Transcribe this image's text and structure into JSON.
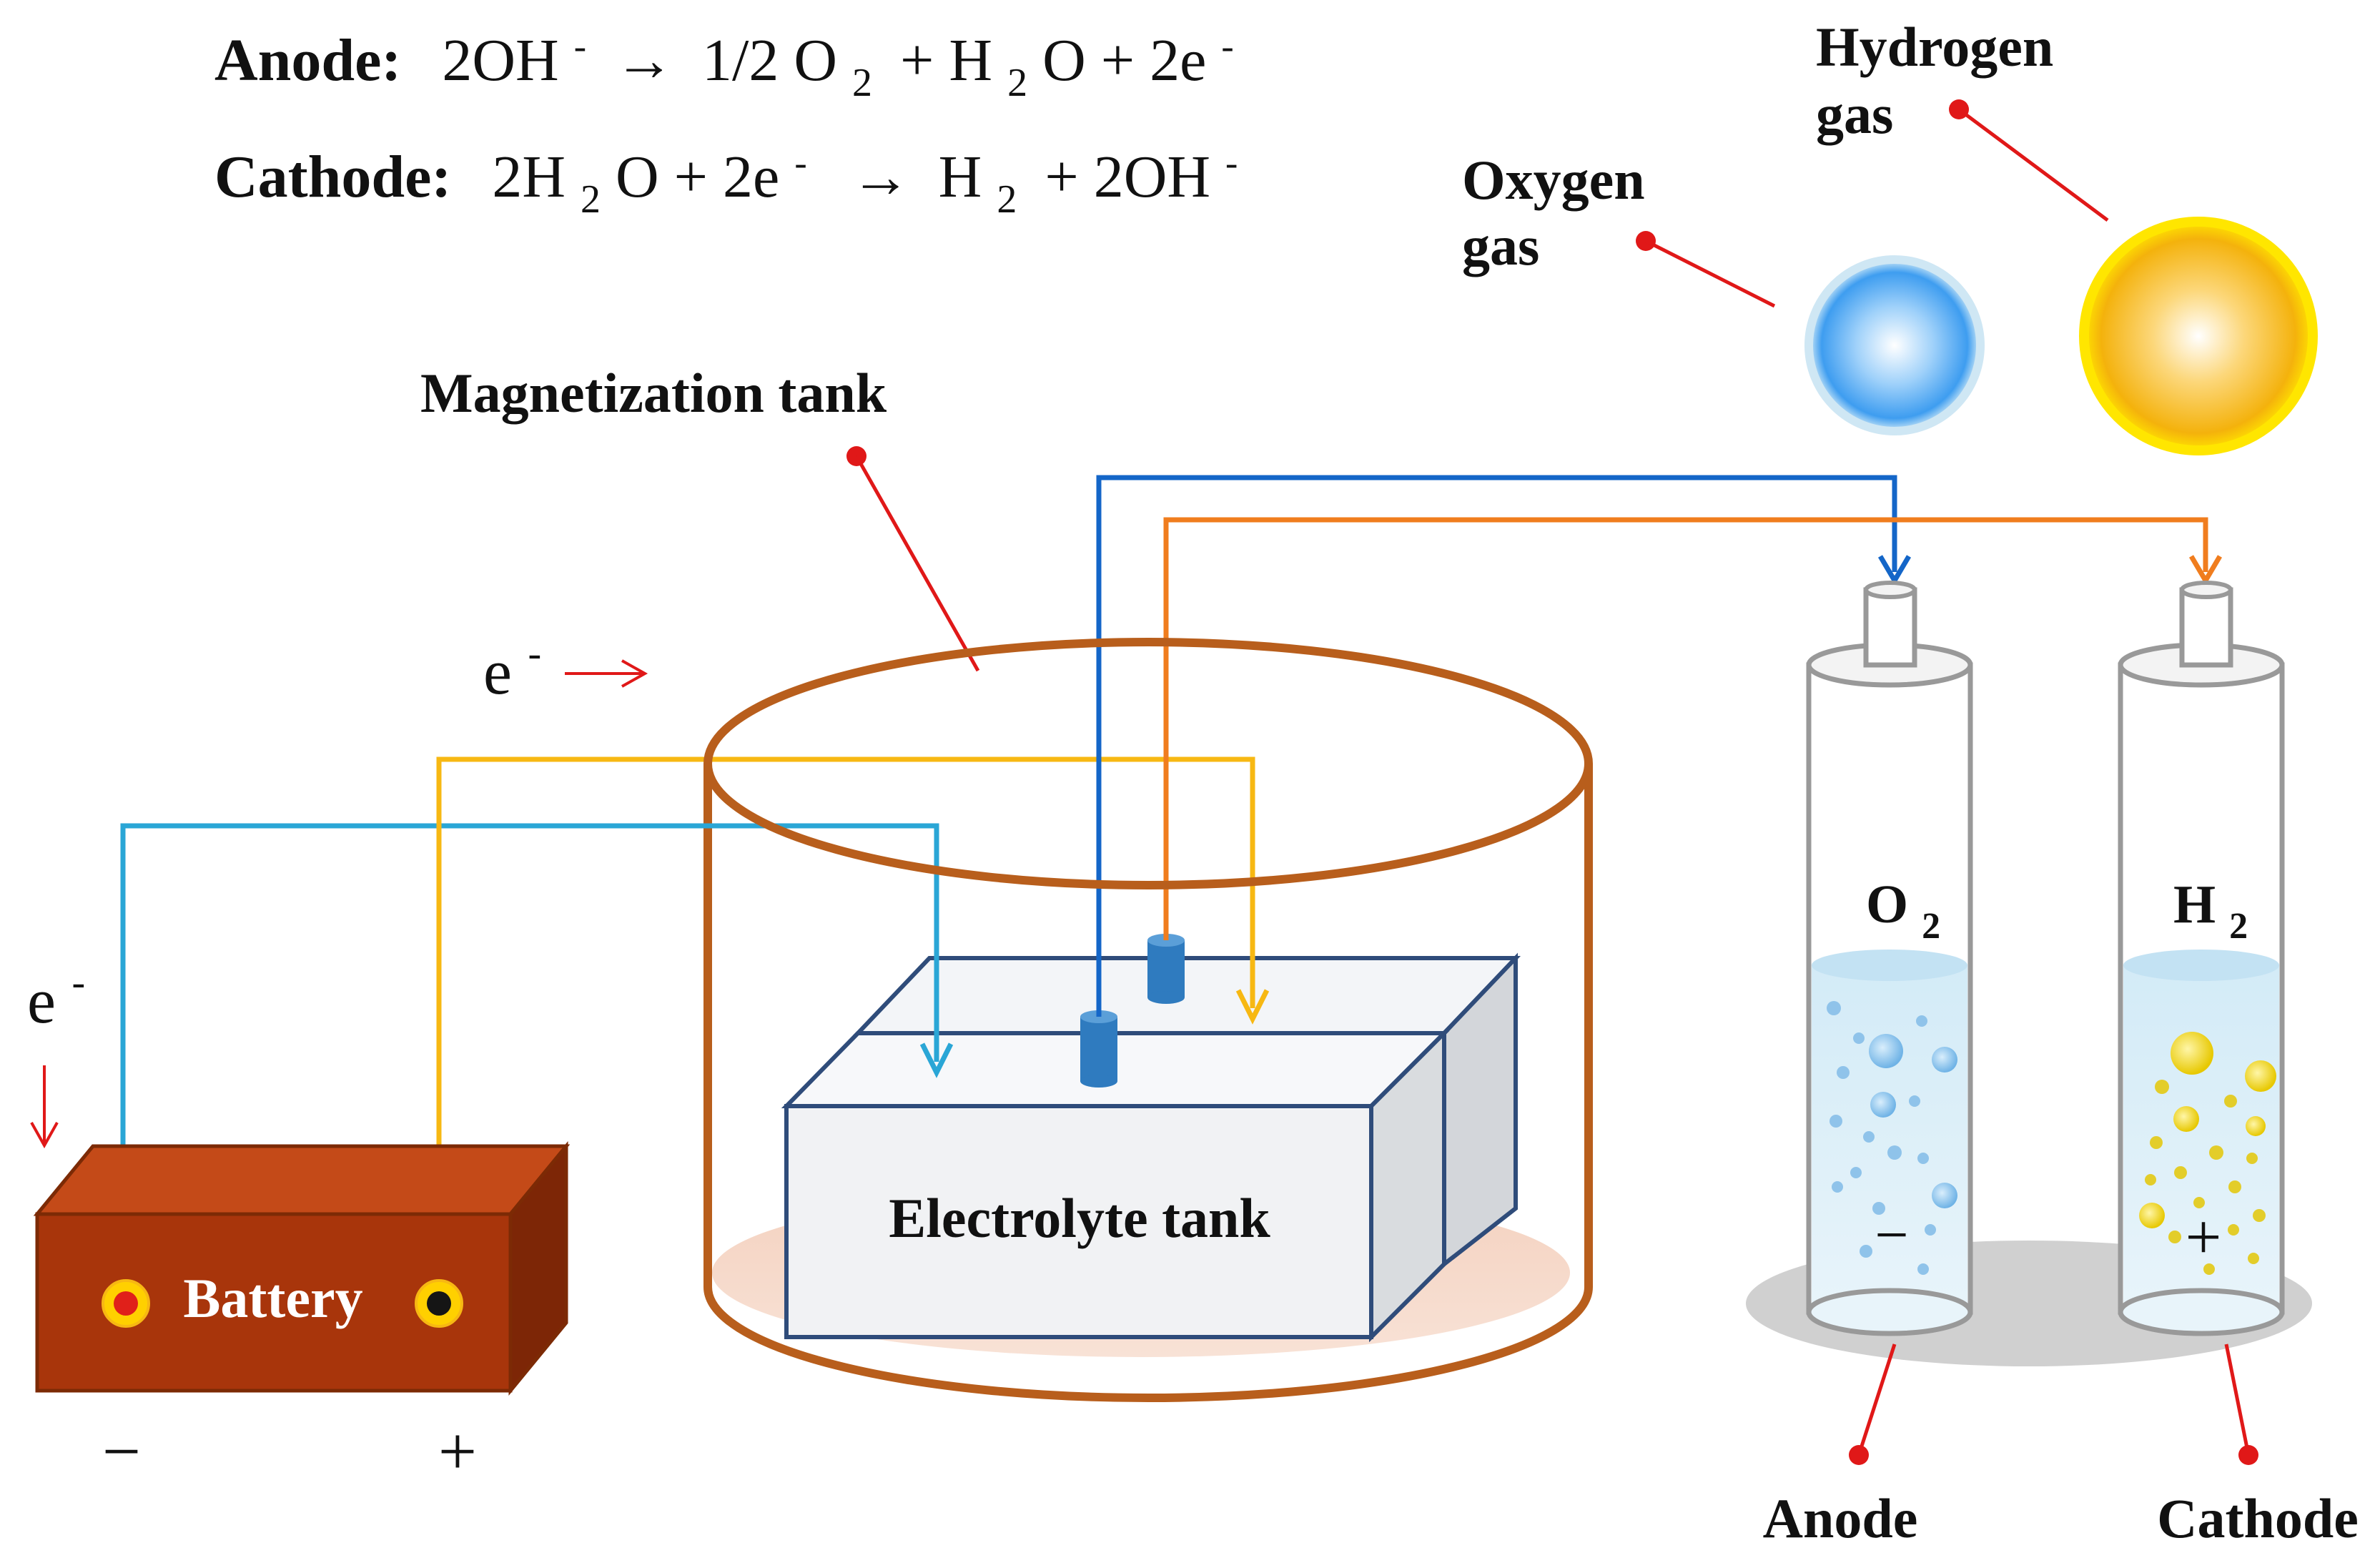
{
  "equations": {
    "anode": {
      "label": "Anode:",
      "lhs_coef": "2OH",
      "lhs_sup": "-",
      "arrow": "→",
      "frac": "1/2 O",
      "o_sub": "2",
      "mid": "+ H",
      "h_sub": "2",
      "rhs": "O + 2e",
      "rhs_sup": "-"
    },
    "cathode": {
      "label": "Cathode:",
      "lhs": "2H",
      "lhs_sub": "2",
      "lhs2": "O + 2e",
      "lhs_sup": "-",
      "arrow": "→",
      "h": "H",
      "h_sub": "2",
      "rhs": "+ 2OH",
      "rhs_sup": "-"
    }
  },
  "labels": {
    "oxygen_gas_line1": "Oxygen",
    "oxygen_gas_line2": "gas",
    "hydrogen_gas_line1": "Hydrogen",
    "hydrogen_gas_line2": "gas",
    "magnetization_tank": "Magnetization tank",
    "electrolyte_tank": "Electrolyte tank",
    "battery": "Battery",
    "electron_top": "e",
    "electron_top_sup": "-",
    "electron_left": "e",
    "electron_left_sup": "-",
    "battery_minus": "−",
    "battery_plus": "+",
    "o2_main": "O",
    "o2_sub": "2",
    "h2_main": "H",
    "h2_sub": "2",
    "anode_minus": "−",
    "cathode_plus": "+",
    "anode": "Anode",
    "cathode": "Cathode"
  },
  "colors": {
    "blue_wire": "#2aa6d6",
    "dark_blue_wire": "#1466c8",
    "yellow_wire": "#f7b813",
    "orange_wire": "#f07d1e",
    "tank_brown": "#b85e1c",
    "electrolyte_outline": "#2f4c7a",
    "battery": "#a8350b",
    "pointer_red": "#e01818"
  }
}
